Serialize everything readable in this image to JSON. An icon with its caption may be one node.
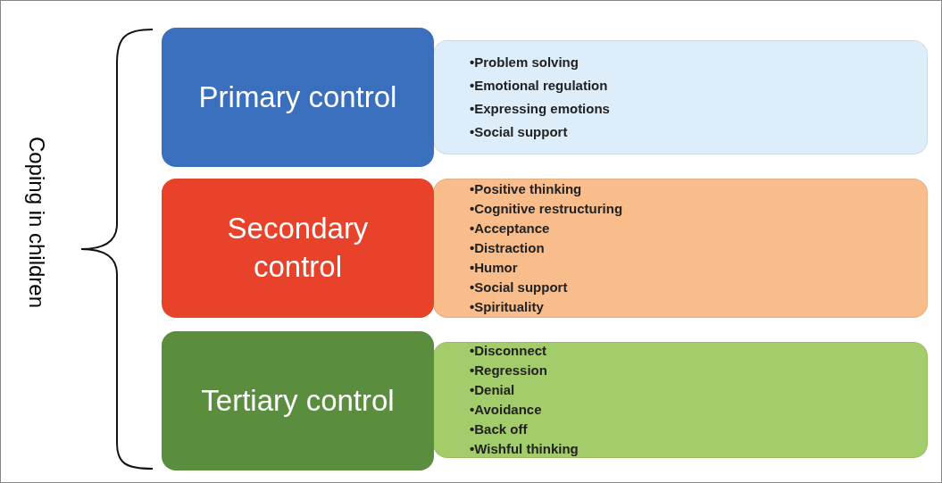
{
  "diagram": {
    "nodes": [
      {
        "text": [
          "Primary control"
        ]
      },
      {
        "text": [
          "•Problem solving",
          "•Emotional regulation",
          "•Expressing emotions",
          "•Social support"
        ]
      },
      {
        "text": [
          "Secondary control"
        ]
      },
      {
        "text": [
          "•Positive thinking",
          "•Cognitive restructuring",
          "•Acceptance",
          "•Distraction",
          "•Humor",
          "•Social support",
          "•Spirituality"
        ]
      },
      {
        "text": [
          "Tertiary control"
        ]
      },
      {
        "text": [
          "•Disconnect",
          "•Regression",
          "•Denial",
          "•Avoidance",
          "•Back off",
          "•Wishful thinking"
        ]
      }
    ],
    "edges": [],
    "labels": [
      "Coping in children"
    ]
  }
}
